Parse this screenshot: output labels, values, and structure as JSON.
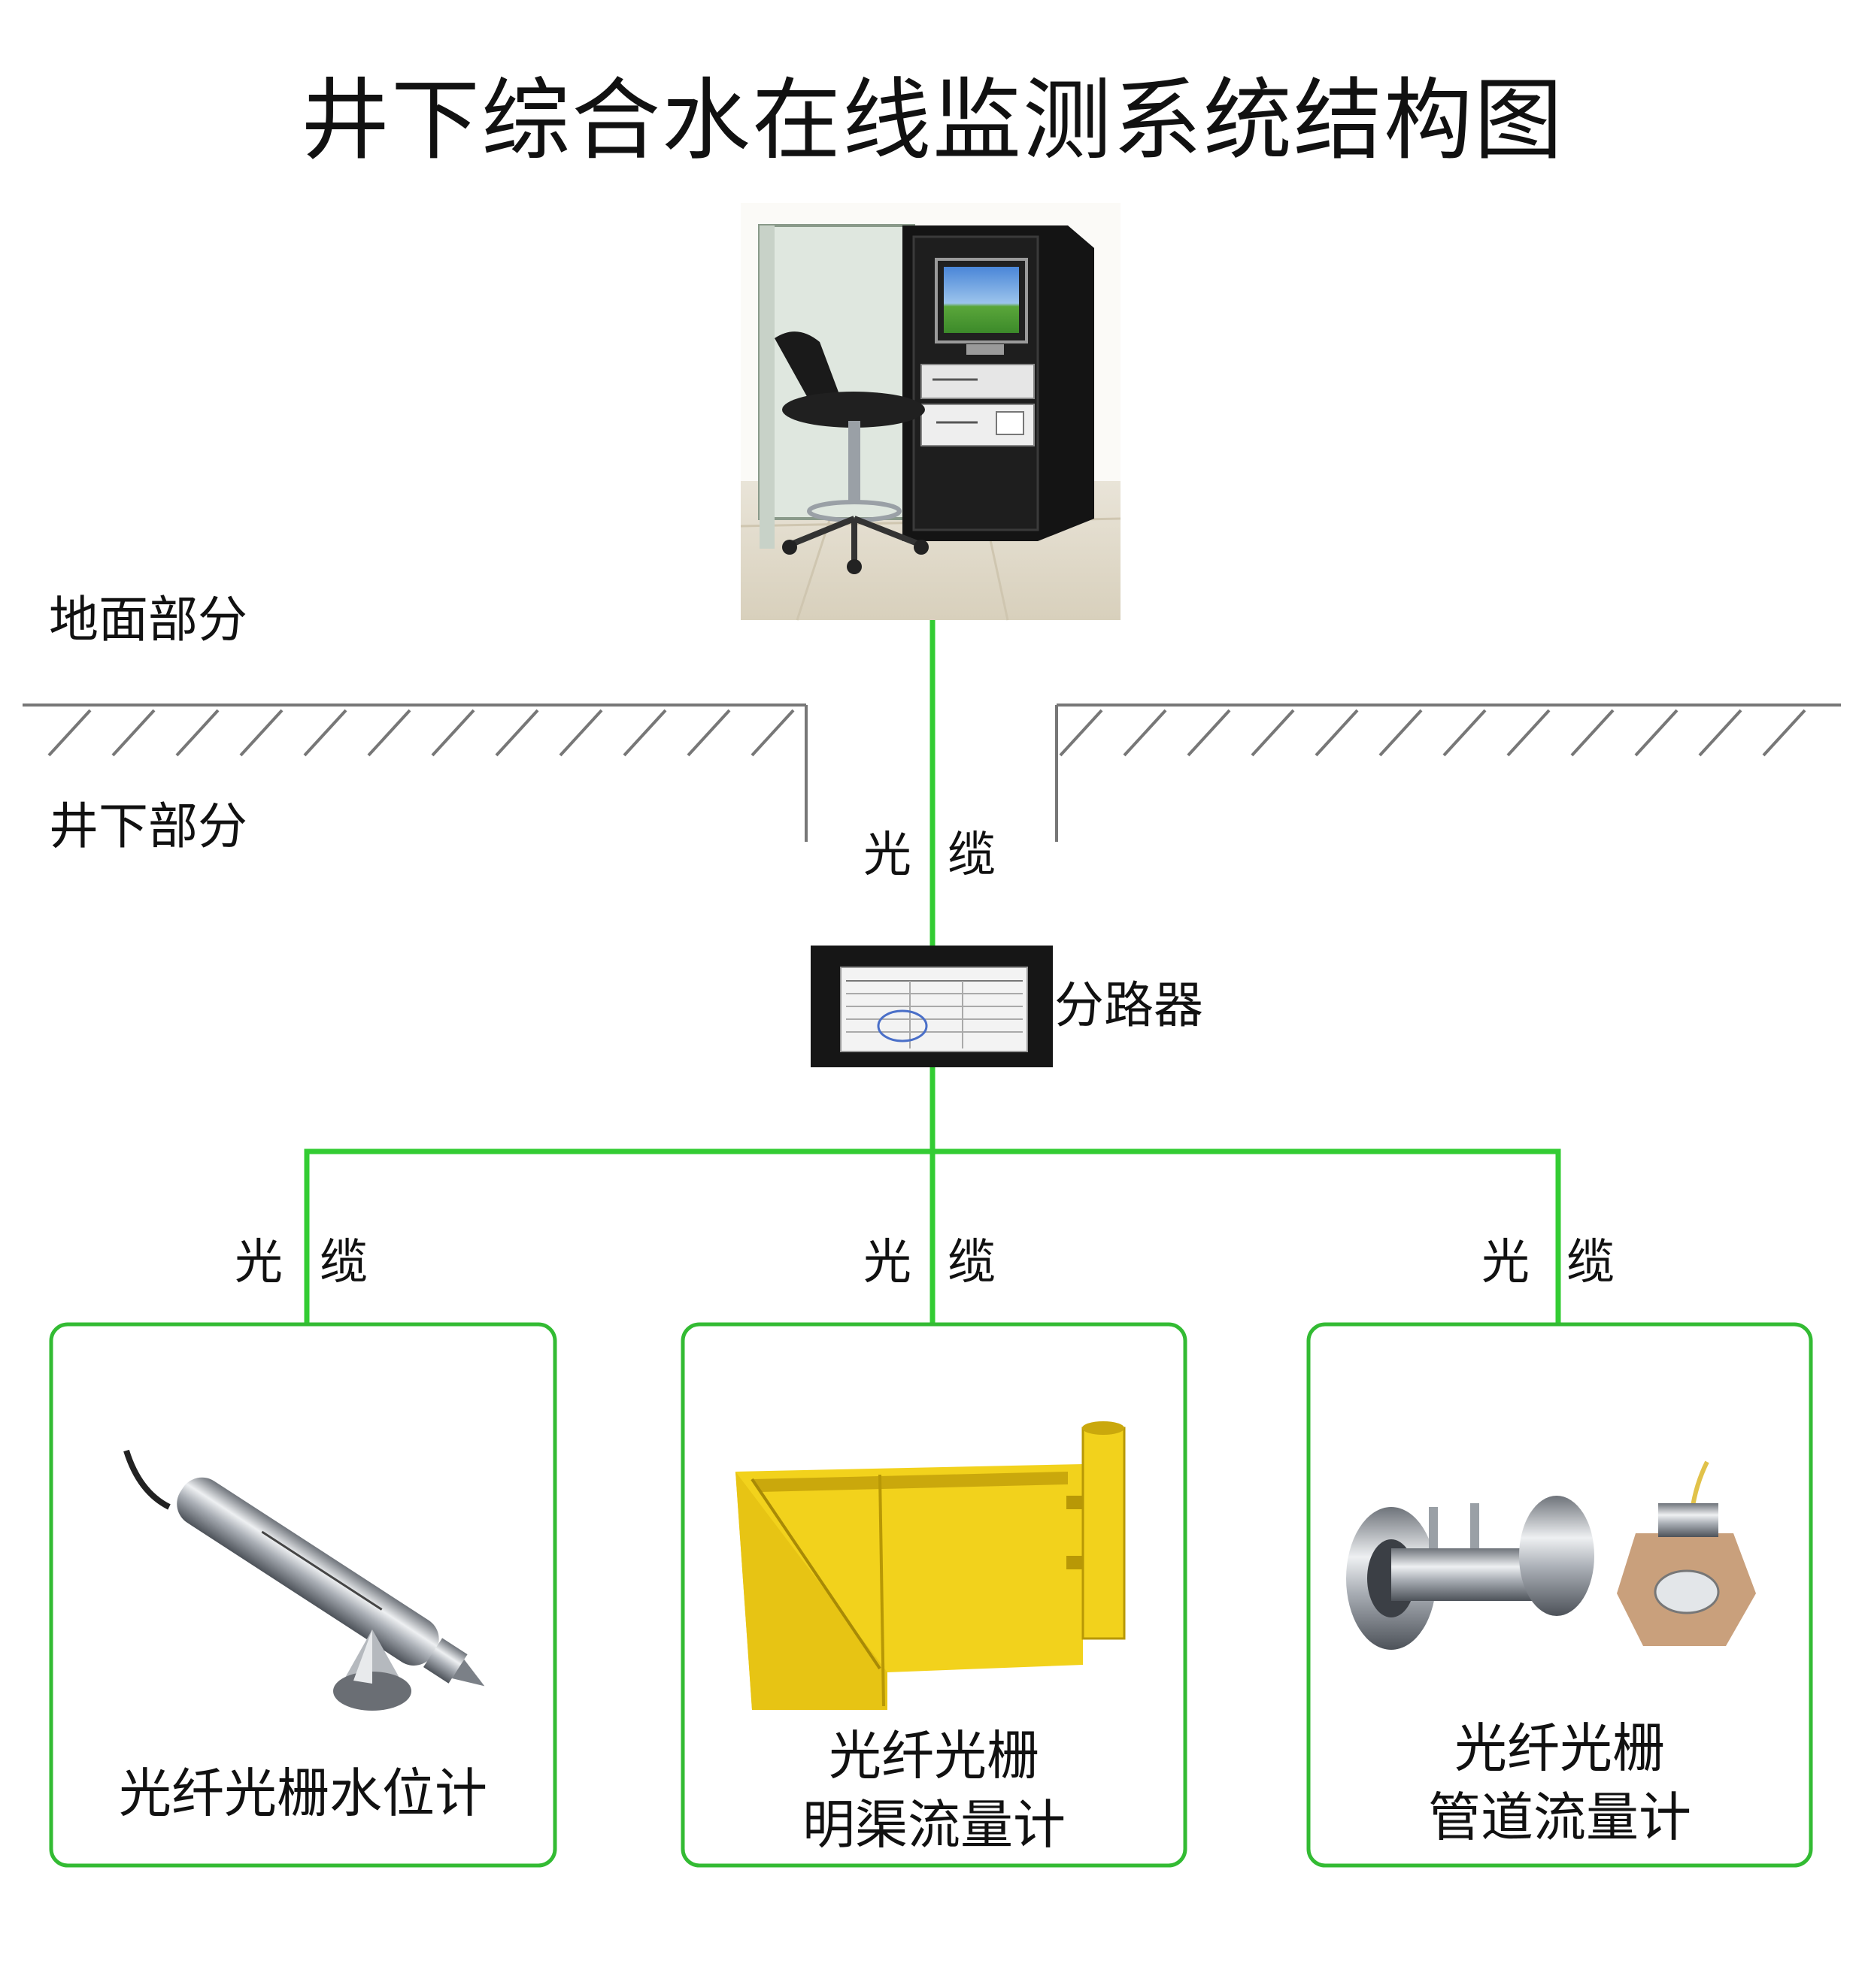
{
  "title": "井下综合水在线监测系统结构图",
  "labels": {
    "surface": "地面部分",
    "underground": "井下部分",
    "splitter": "分路器"
  },
  "cable_labels": [
    "光",
    "缆"
  ],
  "sensors": [
    {
      "caption": "光纤光栅水位计"
    },
    {
      "caption": "光纤光栅\n明渠流量计"
    },
    {
      "caption": "光纤光栅\n管道流量计"
    }
  ],
  "colors": {
    "fiber_line": "#33cc33",
    "box_border": "#33bb33",
    "ground_line": "#777777",
    "panel_yellow": "#f2d21c",
    "cabinet": "#141414",
    "steel": "#b8bcc2"
  },
  "icons": {
    "control_station": "server-rack-workstation-icon",
    "splitter": "optical-fiber-coupler-icon",
    "sensor_1": "water-level-probe-icon",
    "sensor_2": "open-channel-flume-icon",
    "sensor_3": "pipe-flowmeter-icon"
  }
}
